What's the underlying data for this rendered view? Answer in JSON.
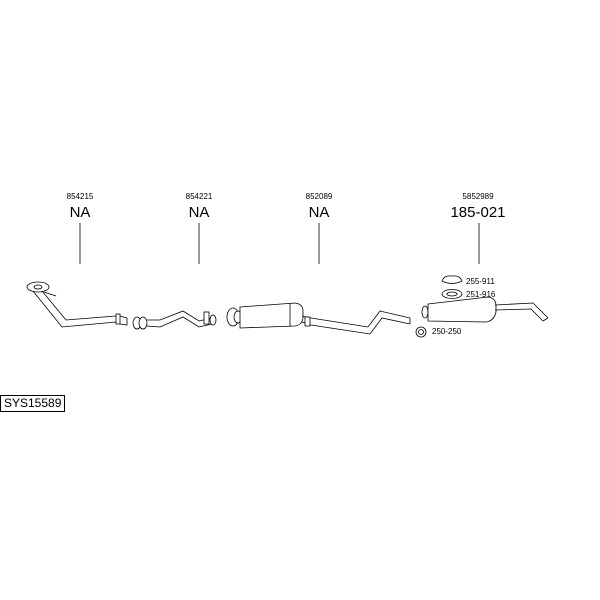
{
  "parts": [
    {
      "ref": "854215",
      "code": "NA"
    },
    {
      "ref": "854221",
      "code": "NA"
    },
    {
      "ref": "852089",
      "code": "NA"
    },
    {
      "ref": "5852989",
      "code": "185-021"
    }
  ],
  "accessories": [
    {
      "code": "255-911"
    },
    {
      "code": "251-916"
    },
    {
      "code": "250-250"
    }
  ],
  "system_id": "SYS15589"
}
